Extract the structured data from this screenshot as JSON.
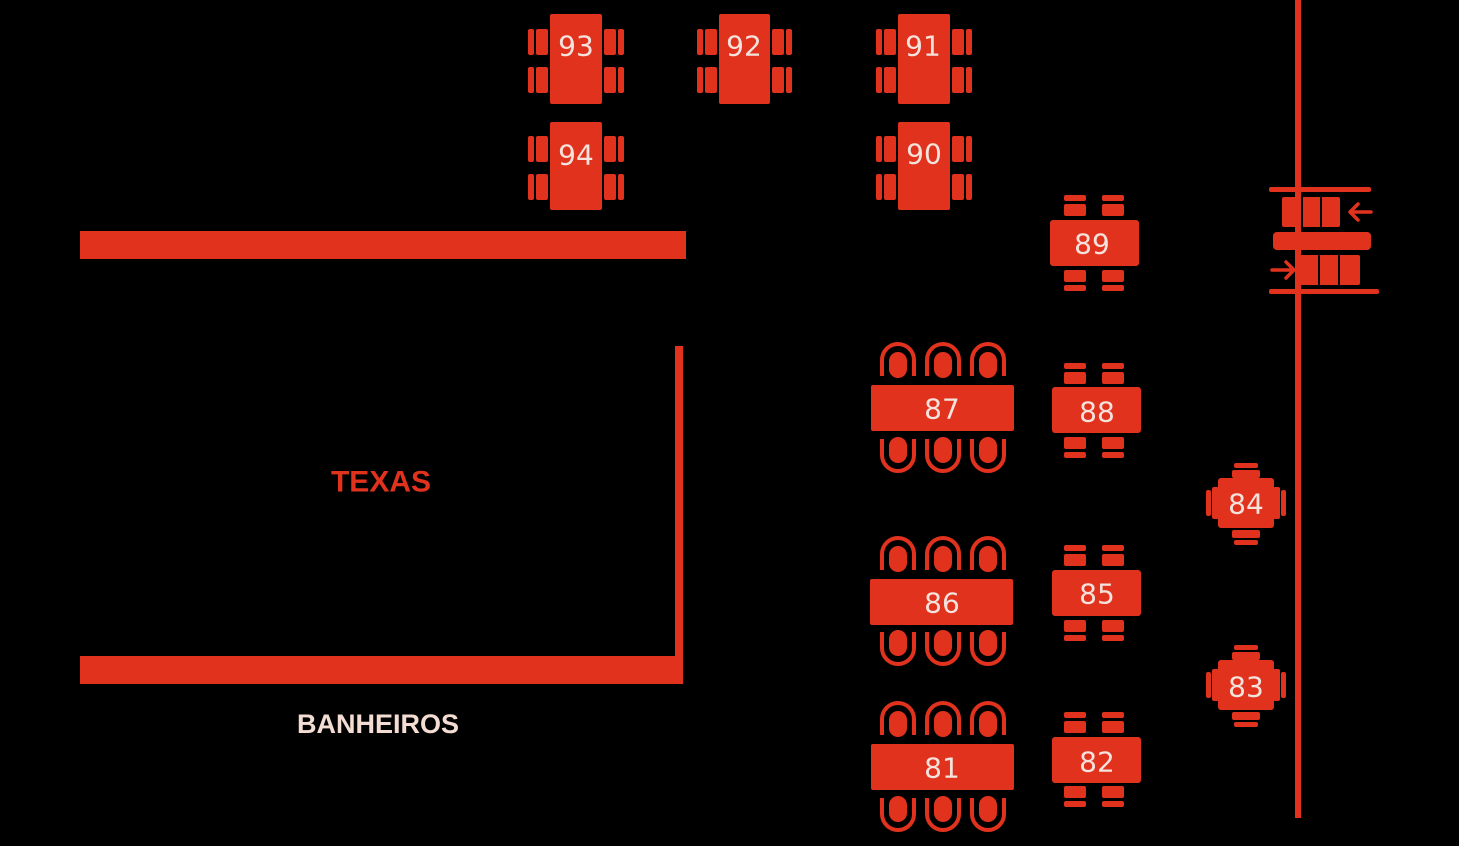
{
  "colors": {
    "background": "#000000",
    "accent": "#e1321e",
    "table_text": "#f4e3dc",
    "zone_text_primary": "#e1321e",
    "zone_text_secondary": "#f3ddd3"
  },
  "zones": {
    "texas": "TEXAS",
    "banheiros": "BANHEIROS"
  },
  "tables": {
    "t93": "93",
    "t92": "92",
    "t91": "91",
    "t94": "94",
    "t90": "90",
    "t89": "89",
    "t87": "87",
    "t88": "88",
    "t84": "84",
    "t86": "86",
    "t85": "85",
    "t83": "83",
    "t81": "81",
    "t82": "82"
  },
  "door": {
    "icon_in": "arrow-left-icon",
    "icon_out": "arrow-right-icon"
  }
}
